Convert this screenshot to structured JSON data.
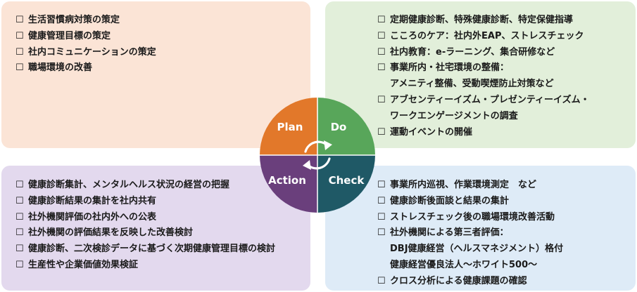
{
  "colors": {
    "plan": "#e2782a",
    "do": "#58a65a",
    "action": "#6a3f7c",
    "check": "#1f5966",
    "plan_bg": "#fbe4d6",
    "do_bg": "#e2efda",
    "action_bg": "#e3d9ee",
    "check_bg": "#deebf7"
  },
  "checkbox": "☐",
  "cycle": {
    "plan": "Plan",
    "do": "Do",
    "action": "Action",
    "check": "Check",
    "center_icon": "refresh-cycle-icon"
  },
  "plan": {
    "items": [
      "生活習慣病対策の策定",
      "健康管理目標の策定",
      "社内コミュニケーションの策定",
      "職場環境の改善"
    ]
  },
  "do": {
    "items": [
      {
        "lines": [
          "定期健康診断、特殊健康診断、特定保健指導"
        ]
      },
      {
        "lines": [
          "こころのケア：社内外EAP、ストレスチェック"
        ]
      },
      {
        "lines": [
          "社内教育：e-ラーニング、集合研修など"
        ]
      },
      {
        "lines": [
          "事業所内・社宅環境の整備：",
          "アメニティ整備、受動喫煙防止対策など"
        ]
      },
      {
        "lines": [
          "アブセンティーイズム・プレゼンティーイズム・",
          "ワークエンゲージメントの調査"
        ]
      },
      {
        "lines": [
          "運動イベントの開催"
        ]
      }
    ]
  },
  "action": {
    "items": [
      "健康診断集計、メンタルヘルス状況の経営の把握",
      "健康診断結果の集計を社内共有",
      "社外機関評価の社内外への公表",
      "社外機関の評価結果を反映した改善検討",
      "健康診断、二次検診データに基づく次期健康管理目標の検討",
      "生産性や企業価値効果検証"
    ]
  },
  "check": {
    "items": [
      {
        "lines": [
          "事業所内巡視、作業環境測定　など"
        ]
      },
      {
        "lines": [
          "健康診断後面談と結果の集計"
        ]
      },
      {
        "lines": [
          "ストレスチェック後の職場環境改善活動"
        ]
      },
      {
        "lines": [
          "社外機関による第三者評価：",
          "DBJ健康経営（ヘルスマネジメント）格付",
          "健康経営優良法人～ホワイト500～"
        ]
      },
      {
        "lines": [
          "クロス分析による健康課題の確認"
        ]
      }
    ]
  }
}
